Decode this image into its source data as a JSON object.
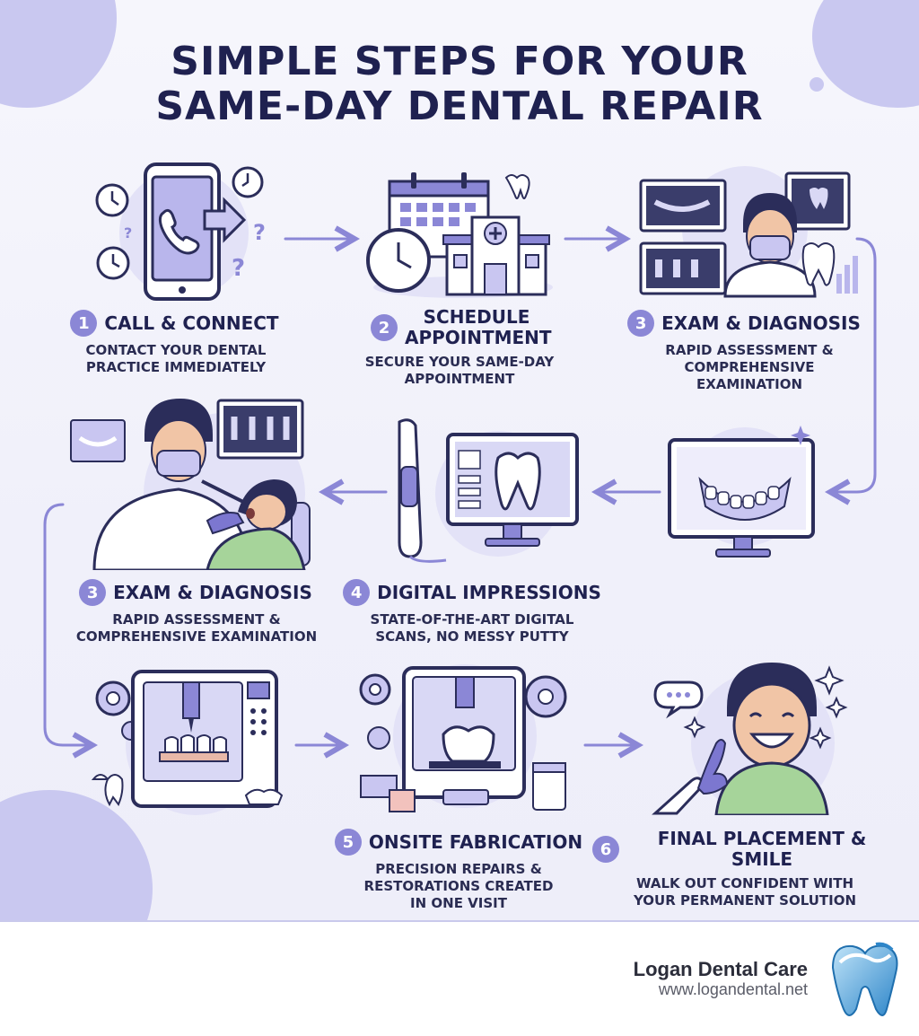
{
  "title": {
    "line1": "SIMPLE STEPS FOR YOUR",
    "line2": "SAME-DAY DENTAL REPAIR"
  },
  "steps": [
    {
      "number": "1",
      "label": "CALL & CONNECT",
      "desc": "CONTACT YOUR DENTAL PRACTICE IMMEDIATELY",
      "icon": "phone-icon"
    },
    {
      "number": "2",
      "label": "SCHEDULE APPOINTMENT",
      "desc": "SECURE YOUR SAME-DAY APPOINTMENT",
      "icon": "calendar-clinic-icon"
    },
    {
      "number": "3",
      "label": "EXAM & DIAGNOSIS",
      "desc": "RAPID ASSESSMENT & COMPREHENSIVE EXAMINATION",
      "icon": "dentist-xray-icon"
    },
    {
      "number": "3",
      "label": "EXAM & DIAGNOSIS",
      "desc": "RAPID ASSESSMENT & COMPREHENSIVE EXAMINATION",
      "icon": "dentist-patient-icon"
    },
    {
      "number": "4",
      "label": "DIGITAL IMPRESSIONS",
      "desc": "STATE-OF-THE-ART DIGITAL SCANS, NO MESSY PUTTY",
      "icon": "scanner-monitor-icon"
    },
    {
      "number": "5",
      "label": "ONSITE FABRICATION",
      "desc": "PRECISION REPAIRS & RESTORATIONS CREATED IN ONE VISIT",
      "icon": "milling-machine-icon"
    },
    {
      "number": "6",
      "label": "FINAL PLACEMENT & SMILE",
      "desc": "WALK OUT CONFIDENT WITH YOUR PERMANENT SOLUTION",
      "icon": "smiling-patient-icon"
    }
  ],
  "footer": {
    "brand": "Logan Dental Care",
    "url": "www.logandental.net"
  },
  "colors": {
    "accent": "#8b87d6",
    "title": "#1f2150",
    "blob": "#c9c8f0",
    "panel": "#f3f3fb"
  }
}
